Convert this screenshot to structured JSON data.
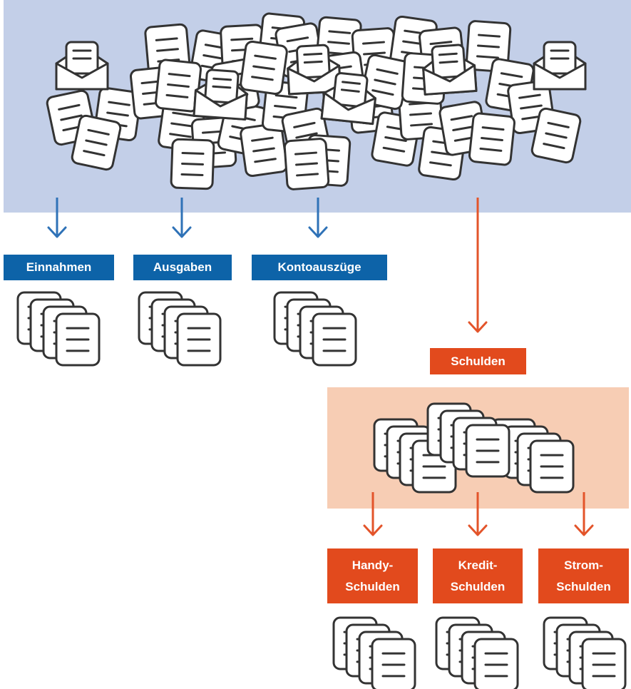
{
  "colors": {
    "top_band": "#c3cfe8",
    "debt_band": "#f7cdb4",
    "blue": "#2f72b7",
    "blue_label": "#0d63a8",
    "orange": "#e3542a",
    "orange_label": "#e24a1d",
    "doc_stroke": "#333333",
    "doc_fill": "#ffffff"
  },
  "labels": {
    "einnahmen": "Einnahmen",
    "ausgaben": "Ausgaben",
    "kontoauszuege": "Kontoauszüge",
    "schulden": "Schulden",
    "handy_line1": "Handy-",
    "handy_line2": "Schulden",
    "kredit_line1": "Kredit-",
    "kredit_line2": "Schulden",
    "strom_line1": "Strom-",
    "strom_line2": "Schulden"
  },
  "icons": [
    "document-icon",
    "envelope-icon",
    "arrow-down-icon",
    "document-stack-icon"
  ]
}
